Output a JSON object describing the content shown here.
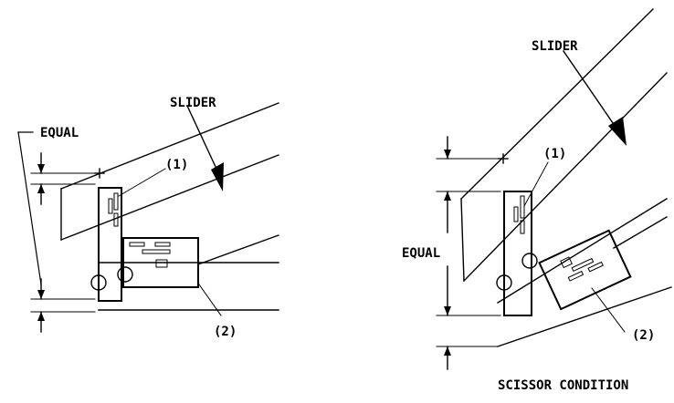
{
  "colors": {
    "ink": "#000000",
    "paper": "#ffffff"
  },
  "left_view": {
    "slider_label": "SLIDER",
    "equal_label": "EQUAL",
    "callout_1": "(1)",
    "callout_2": "(2)"
  },
  "right_view": {
    "slider_label": "SLIDER",
    "equal_label": "EQUAL",
    "callout_1": "(1)",
    "callout_2": "(2)",
    "caption": "SCISSOR CONDITION"
  }
}
